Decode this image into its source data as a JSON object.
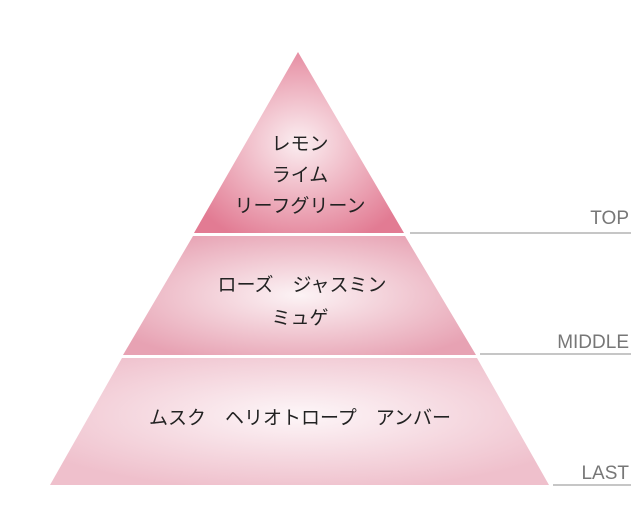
{
  "tiers": {
    "top": {
      "label": "TOP",
      "lines": [
        "レモン",
        "ライム",
        "リーフグリーン"
      ]
    },
    "middle": {
      "label": "MIDDLE",
      "lines": [
        "ローズ　ジャスミン",
        "ミュゲ"
      ]
    },
    "last": {
      "label": "LAST",
      "lines": [
        "ムスク　ヘリオトロープ　アンバー"
      ]
    }
  },
  "colors": {
    "top_center": "#fbeef1",
    "top_edge": "#e27b93",
    "middle_center": "#fcf3f5",
    "middle_edge": "#e7a2b3",
    "last_center": "#fdf6f8",
    "last_edge": "#efc0cc",
    "rule_line": "#8c8c8c",
    "label_text": "#777777",
    "note_text": "#222222"
  }
}
